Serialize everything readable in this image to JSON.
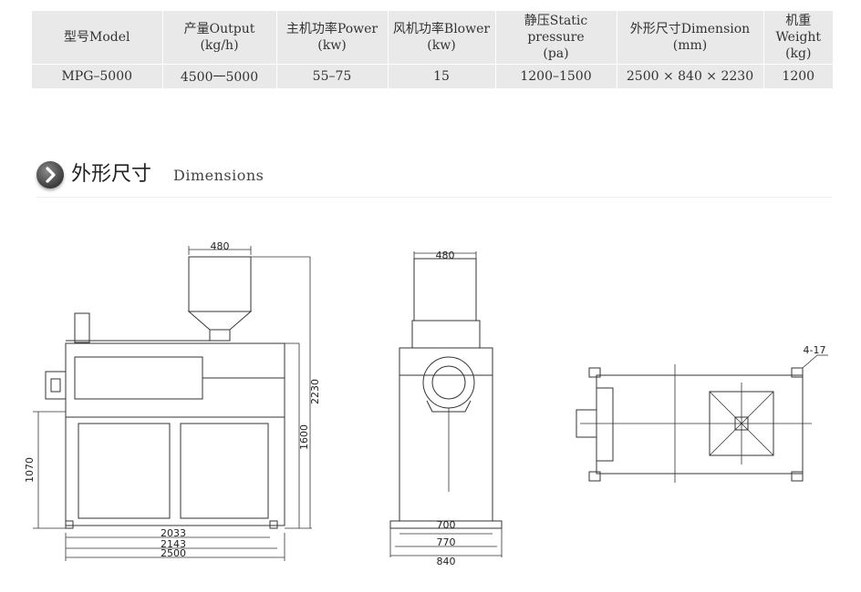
{
  "table": {
    "headers": [
      {
        "l1": "型号Model",
        "l2": ""
      },
      {
        "l1": "产量Output",
        "l2": "(kg/h)"
      },
      {
        "l1": "主机功率Power",
        "l2": "(kw)"
      },
      {
        "l1": "风机功率Blower",
        "l2": "(kw)"
      },
      {
        "l1": "静压Static pressure",
        "l2": "(pa)"
      },
      {
        "l1": "外形尺寸Dimension",
        "l2": "(mm)"
      },
      {
        "l1": "机重Weight",
        "l2": "(kg)"
      }
    ],
    "row": [
      "MPG–5000",
      "4500一5000",
      "55–75",
      "15",
      "1200–1500",
      "2500 × 840 × 2230",
      "1200"
    ]
  },
  "section": {
    "title": "外形尺寸",
    "subtitle": "Dimensions",
    "icon": "chevron-right-icon"
  },
  "drawing": {
    "side": {
      "hopper_width": "480",
      "height_total": "2230",
      "height_body": "1600",
      "height_lower": "1070",
      "w1": "2033",
      "w2": "2143",
      "w3": "2500"
    },
    "front": {
      "hopper_width": "480",
      "w1": "700",
      "w2": "770",
      "w3": "840"
    },
    "top": {
      "holes": "4-17"
    }
  }
}
